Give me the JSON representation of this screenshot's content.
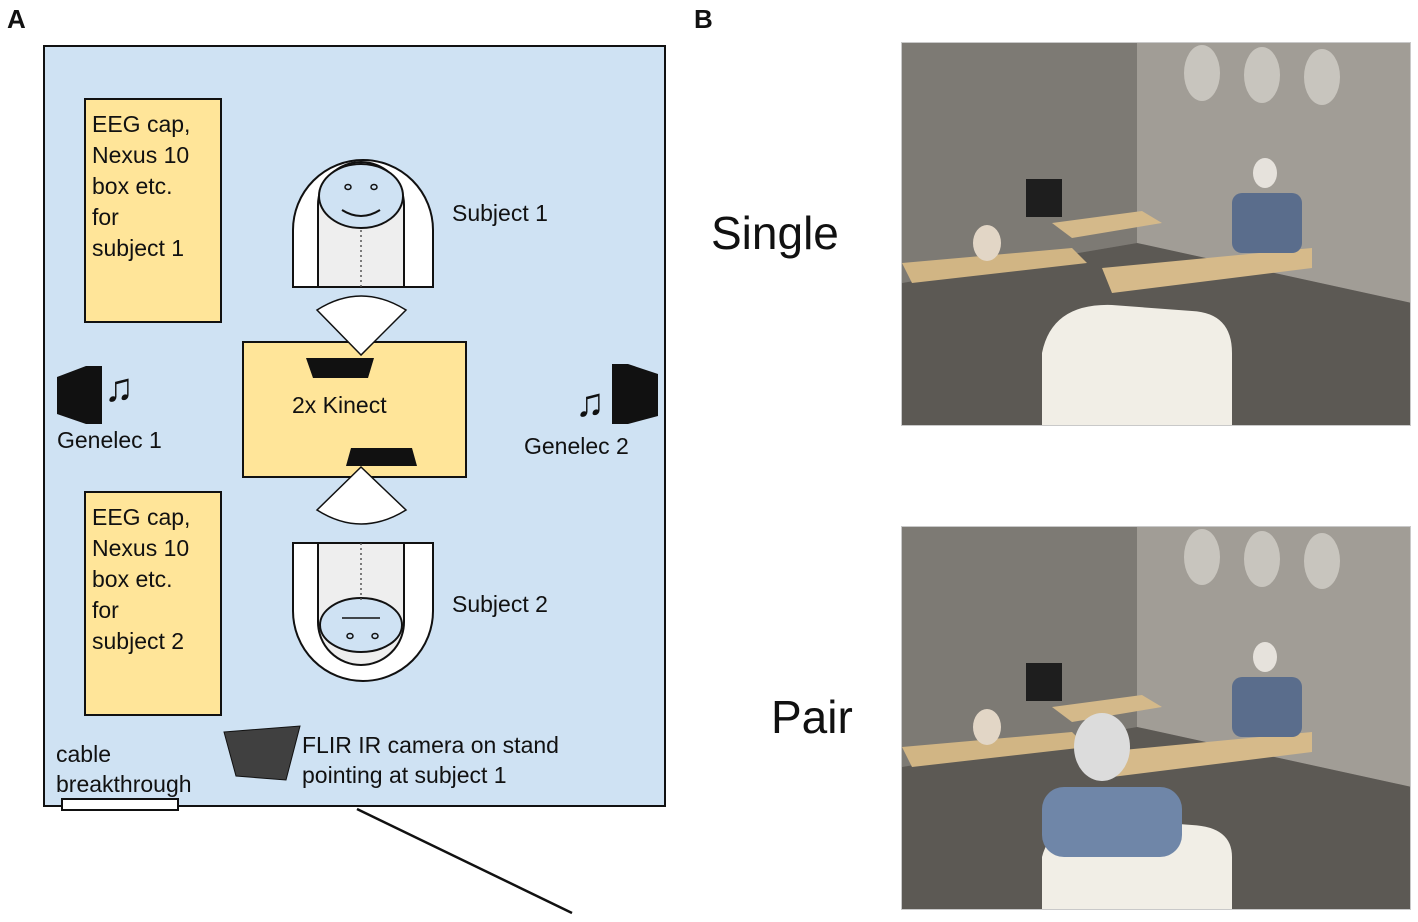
{
  "panel_a": {
    "letter": "A",
    "eeg_box_1": "EEG cap,\nNexus 10\nbox etc.\nfor\nsubject 1",
    "eeg_box_2": "EEG cap,\nNexus 10\nbox etc.\nfor\nsubject 2",
    "subject_1": "Subject 1",
    "subject_2": "Subject 2",
    "kinect": "2x Kinect",
    "speaker_left": "Genelec 1",
    "speaker_right": "Genelec 2",
    "music_note": "♫",
    "cable_line1": "cable",
    "cable_line2": "breakthrough",
    "flir_line1": "FLIR IR camera on stand",
    "flir_line2": "pointing at subject 1"
  },
  "panel_b": {
    "letter": "B",
    "condition_single": "Single",
    "condition_pair": "Pair"
  }
}
